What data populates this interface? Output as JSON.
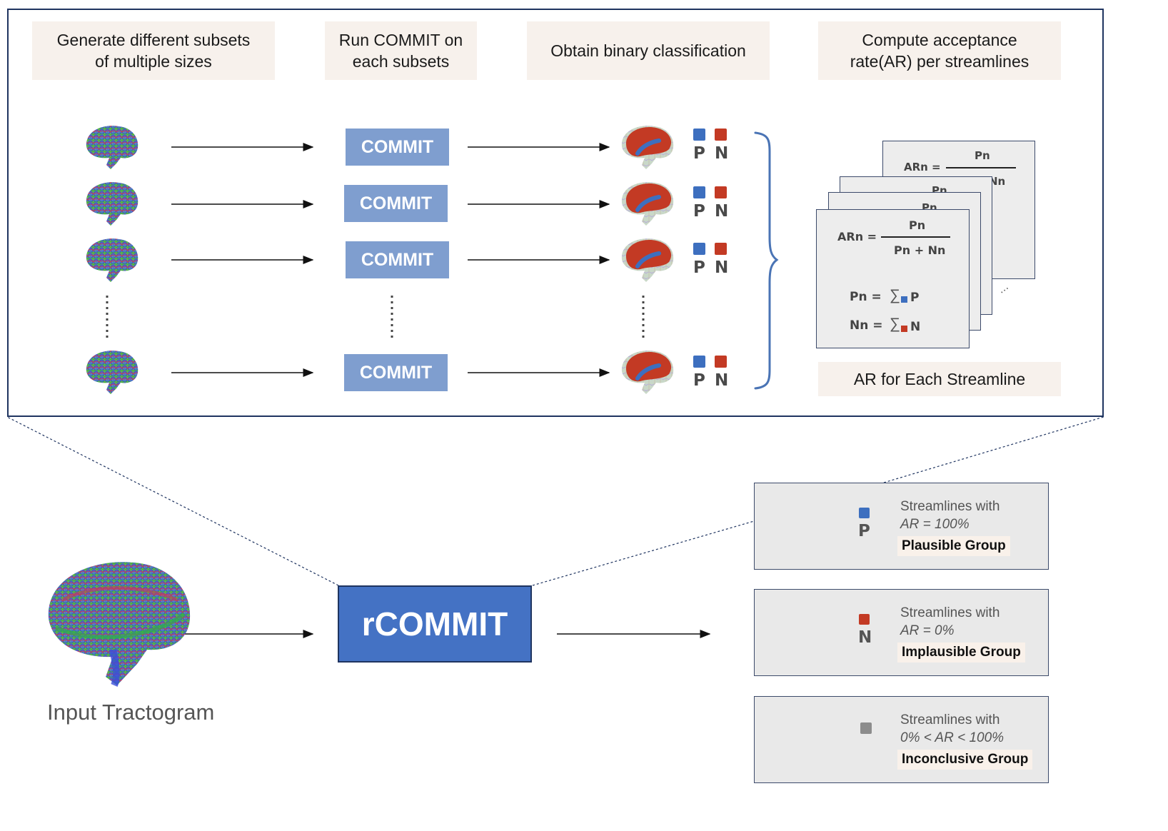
{
  "steps": [
    {
      "label": "Generate different subsets\nof multiple sizes"
    },
    {
      "label": "Run COMMIT on\neach subsets"
    },
    {
      "label": "Obtain binary classification"
    },
    {
      "label": "Compute acceptance\nrate(AR) per streamlines"
    }
  ],
  "commit_label": "COMMIT",
  "pn": {
    "p": "P",
    "n": "N"
  },
  "formula": {
    "ar_lhs": "ARn =",
    "numerator": "Pn",
    "denominator": "Pn + Nn",
    "pn_lhs": "Pn =",
    "pn_rhs": "P",
    "nn_lhs": "Nn =",
    "nn_rhs": "N",
    "sum_symbol": "∑",
    "back_ar_lhs": "ARn =",
    "back_numerator": "Pn",
    "back_denominator_fragment": "Nn",
    "mid1_numerator": "Pn",
    "mid2_numerator": "Pn"
  },
  "ar_caption": "AR for Each Streamline",
  "rcommit_label": "rCOMMIT",
  "input_label": "Input Tractogram",
  "groups": [
    {
      "line1": "Streamlines with",
      "condition": "AR = 100%",
      "name": "Plausible Group",
      "marker": "P",
      "color": "#3d6fbf"
    },
    {
      "line1": "Streamlines with",
      "condition": "AR = 0%",
      "name": "Implausible Group",
      "marker": "N",
      "color": "#c7402d"
    },
    {
      "line1": "Streamlines with",
      "condition": "0% < AR < 100%",
      "name": "Inconclusive Group",
      "marker": "",
      "color": "#8c8c8c"
    }
  ],
  "colors": {
    "frame": "#1f3460",
    "commit_fill": "#7f9ecf",
    "rcommit_fill": "#4472c4",
    "header_bg": "#f7f1ec",
    "positive": "#3d6fbf",
    "negative": "#c7402d",
    "brace": "#4a74b5"
  },
  "icons": {
    "brain": "tractography-brain-icon",
    "classified_brain": "classified-brain-icon",
    "arrow": "right-arrow-icon"
  }
}
